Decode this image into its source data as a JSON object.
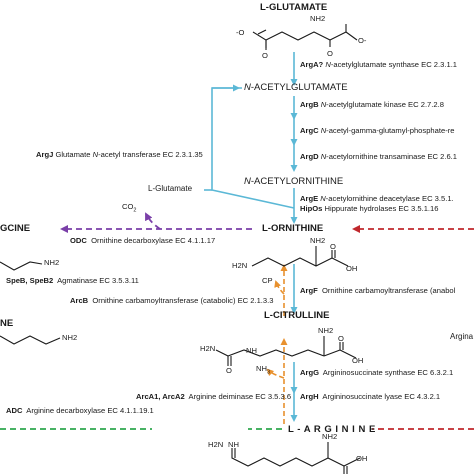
{
  "compounds": {
    "glutamate": "L-GLUTAMATE",
    "acetylglutamate_prefix": "N",
    "acetylglutamate": "-ACETYLGLUTAMATE",
    "acetylornithine_prefix": "N",
    "acetylornithine": "-ACETYLORNITHINE",
    "ornithine": "L-ORNITHINE",
    "citrulline": "L-CITRULLINE",
    "arginine": "L - A R G I N I N E",
    "agmatine_cut": "GCINE",
    "putrescine_cut": "NE",
    "l_glutamate_side": "L-Glutamate",
    "co2": "CO",
    "co2_sub": "2",
    "cp": "CP",
    "nh3": "NH",
    "nh3_sub": "3",
    "arginase_cut": "Argina"
  },
  "groups": {
    "nh2": "NH2",
    "o": "O",
    "o_minus": "-O",
    "o_minus_right": "O-",
    "h2n": "H2N",
    "oh": "OH",
    "nh": "NH",
    "n": "N",
    "h": "H"
  },
  "enzymes": {
    "argA_gene": "ArgA?",
    "argA_name_pre": "N",
    "argA_name": "-acetylglutamate synthase EC 2.3.1.1",
    "argB_gene": "ArgB",
    "argB_name_pre": "N",
    "argB_name": "-acetylglutamate kinase EC 2.7.2.8",
    "argC_gene": "ArgC",
    "argC_name_pre": "N",
    "argC_name": "-acetyl-gamma-glutamyl-phosphate-re",
    "argD_gene": "ArgD",
    "argD_name_pre": "N",
    "argD_name": "-acetylornithine transaminase EC 2.6.1",
    "argJ_gene": "ArgJ",
    "argJ_name_a": "Glutamate",
    "argJ_name_pre": "N",
    "argJ_name_b": "-acetyl transferase EC 2.3.1.35",
    "argE_gene": "ArgE",
    "argE_name_pre": "N",
    "argE_name": "-acetylornithine deacetylase EC 3.5.1.",
    "hipO_gene": "HipOs",
    "hipO_name": "Hippurate hydrolases EC 3.5.1.16",
    "odc_gene": "ODC",
    "odc_name": "Ornithine decarboxylase EC 4.1.1.17",
    "speB_gene": "SpeB, SpeB2",
    "speB_name": "Agmatinase EC 3.5.3.11",
    "arcB_gene": "ArcB",
    "arcB_name": "Ornithine carbamoyltransferase (catabolic) EC 2.1.3.3",
    "argF_gene": "ArgF",
    "argF_name": "Ornithine carbamoyltransferase (anabol",
    "argG_gene": "ArgG",
    "argG_name": "Argininosuccinate synthase EC 6.3.2.1",
    "arcA_gene": "ArcA1, ArcA2",
    "arcA_name": "Arginine deiminase EC 3.5.3.6",
    "argH_gene": "ArgH",
    "argH_name": "Argininosuccinate lyase EC 4.3.2.1",
    "adc_gene": "ADC",
    "adc_name": "Arginine decarboxylase EC 4.1.1.19.1"
  },
  "colors": {
    "anabolic_arrow": "#5bb8d6",
    "catabolic_arrow": "#e8912e",
    "odc_arrow": "#7a3fa8",
    "red_dashed": "#c0282d",
    "green_dashed": "#2ea84f",
    "text": "#1a1a1a"
  }
}
